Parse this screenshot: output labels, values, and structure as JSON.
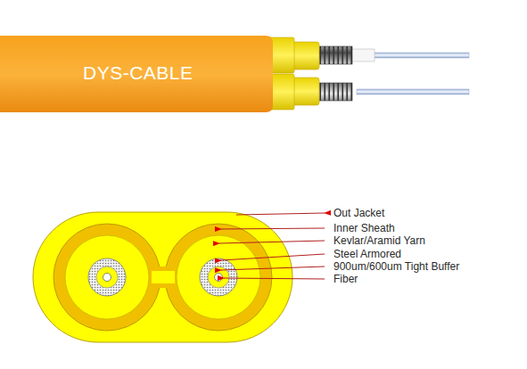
{
  "diagram": {
    "labels": [
      "DYS-CABLE",
      "Out Jacket",
      "Inner Sheath",
      "Kevlar/Aramid Yarn",
      "Steel Armored",
      "900um/600um Tight Buffer",
      "Fiber"
    ]
  }
}
